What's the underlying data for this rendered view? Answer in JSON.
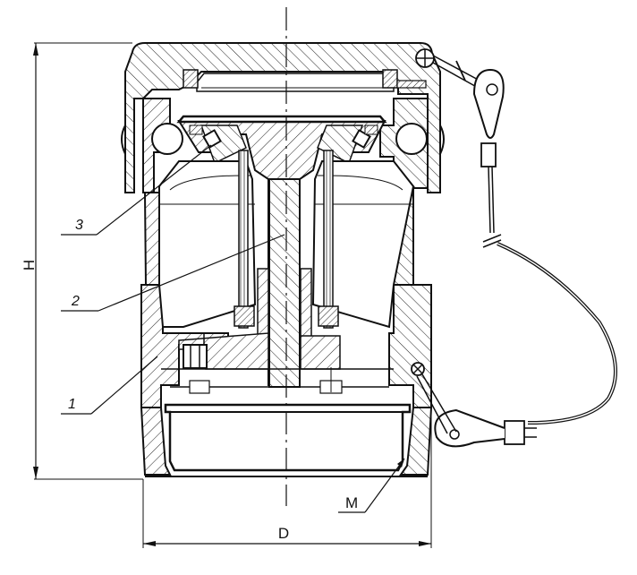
{
  "drawing": {
    "labels": {
      "part_1": "1",
      "part_2": "2",
      "part_3": "3",
      "thread": "M"
    },
    "dimensions": {
      "height": "H",
      "diameter": "D"
    }
  }
}
